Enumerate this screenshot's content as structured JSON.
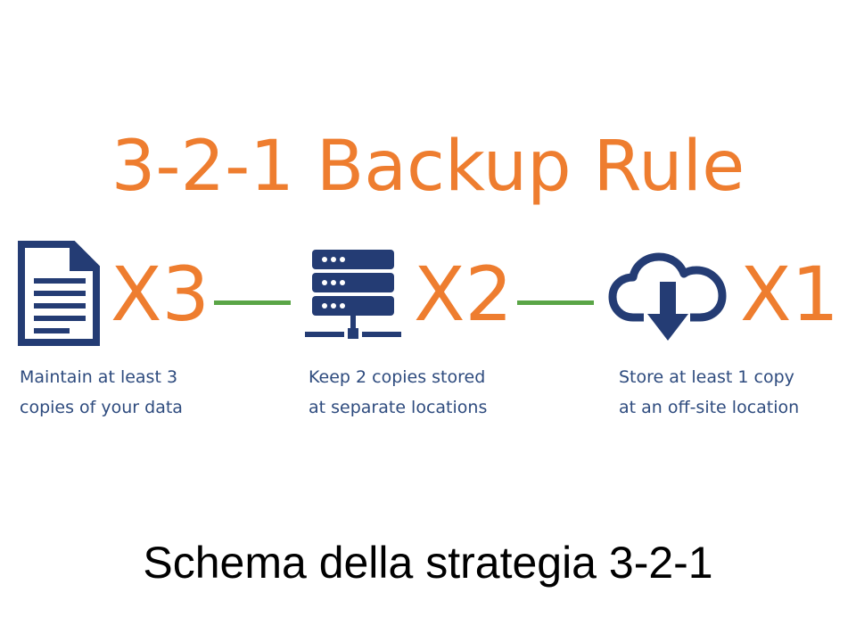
{
  "title": "3-2-1 Backup Rule",
  "caption": "Schema della strategia 3-2-1",
  "colors": {
    "orange": "#ee7d2f",
    "navy": "#243c74",
    "green": "#5aa546",
    "text_blue": "#2e4b7e"
  },
  "steps": [
    {
      "icon": "document-icon",
      "multiplier": "X3",
      "line1": "Maintain at least 3",
      "line2": "copies of your data"
    },
    {
      "icon": "server-icon",
      "multiplier": "X2",
      "line1": "Keep 2 copies stored",
      "line2": "at separate locations"
    },
    {
      "icon": "cloud-download-icon",
      "multiplier": "X1",
      "line1": "Store at least 1 copy",
      "line2": "at an off-site location"
    }
  ]
}
